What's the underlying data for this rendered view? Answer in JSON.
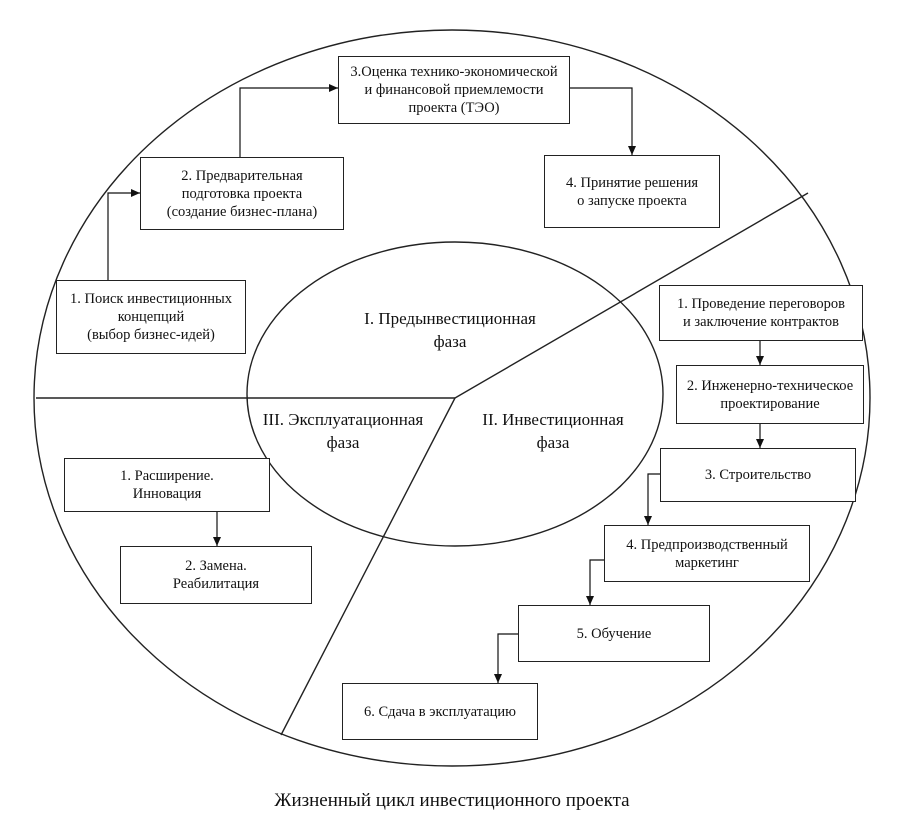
{
  "phases": {
    "pre": [
      "I. Предынвестиционная",
      "фаза"
    ],
    "invest": [
      "II. Инвестиционная",
      "фаза"
    ],
    "exploit": [
      "III. Эксплуатационная",
      "фаза"
    ]
  },
  "pre_steps": {
    "s1": [
      "1. Поиск инвестиционных",
      "концепций",
      "(выбор  бизнес-идей)"
    ],
    "s2": [
      "2. Предварительная",
      "подготовка проекта",
      "(создание бизнес-плана)"
    ],
    "s3": [
      "3.Оценка технико-экономической",
      "и финансовой приемлемости",
      "проекта (ТЭО)"
    ],
    "s4": [
      "4. Принятие решения",
      "о запуске проекта"
    ]
  },
  "invest_steps": {
    "s1": [
      "1. Проведение переговоров",
      "и  заключение контрактов"
    ],
    "s2": [
      "2. Инженерно-техническое",
      "проектирование"
    ],
    "s3": [
      "3. Строительство"
    ],
    "s4": [
      "4. Предпроизводственный",
      "маркетинг"
    ],
    "s5": [
      "5. Обучение"
    ],
    "s6": [
      "6. Сдача в эксплуатацию"
    ]
  },
  "exploit_steps": {
    "s1": [
      "1. Расширение.",
      "Инновация"
    ],
    "s2": [
      "2. Замена.",
      "Реабилитация"
    ]
  },
  "caption": "Жизненный цикл инвестиционного проекта"
}
